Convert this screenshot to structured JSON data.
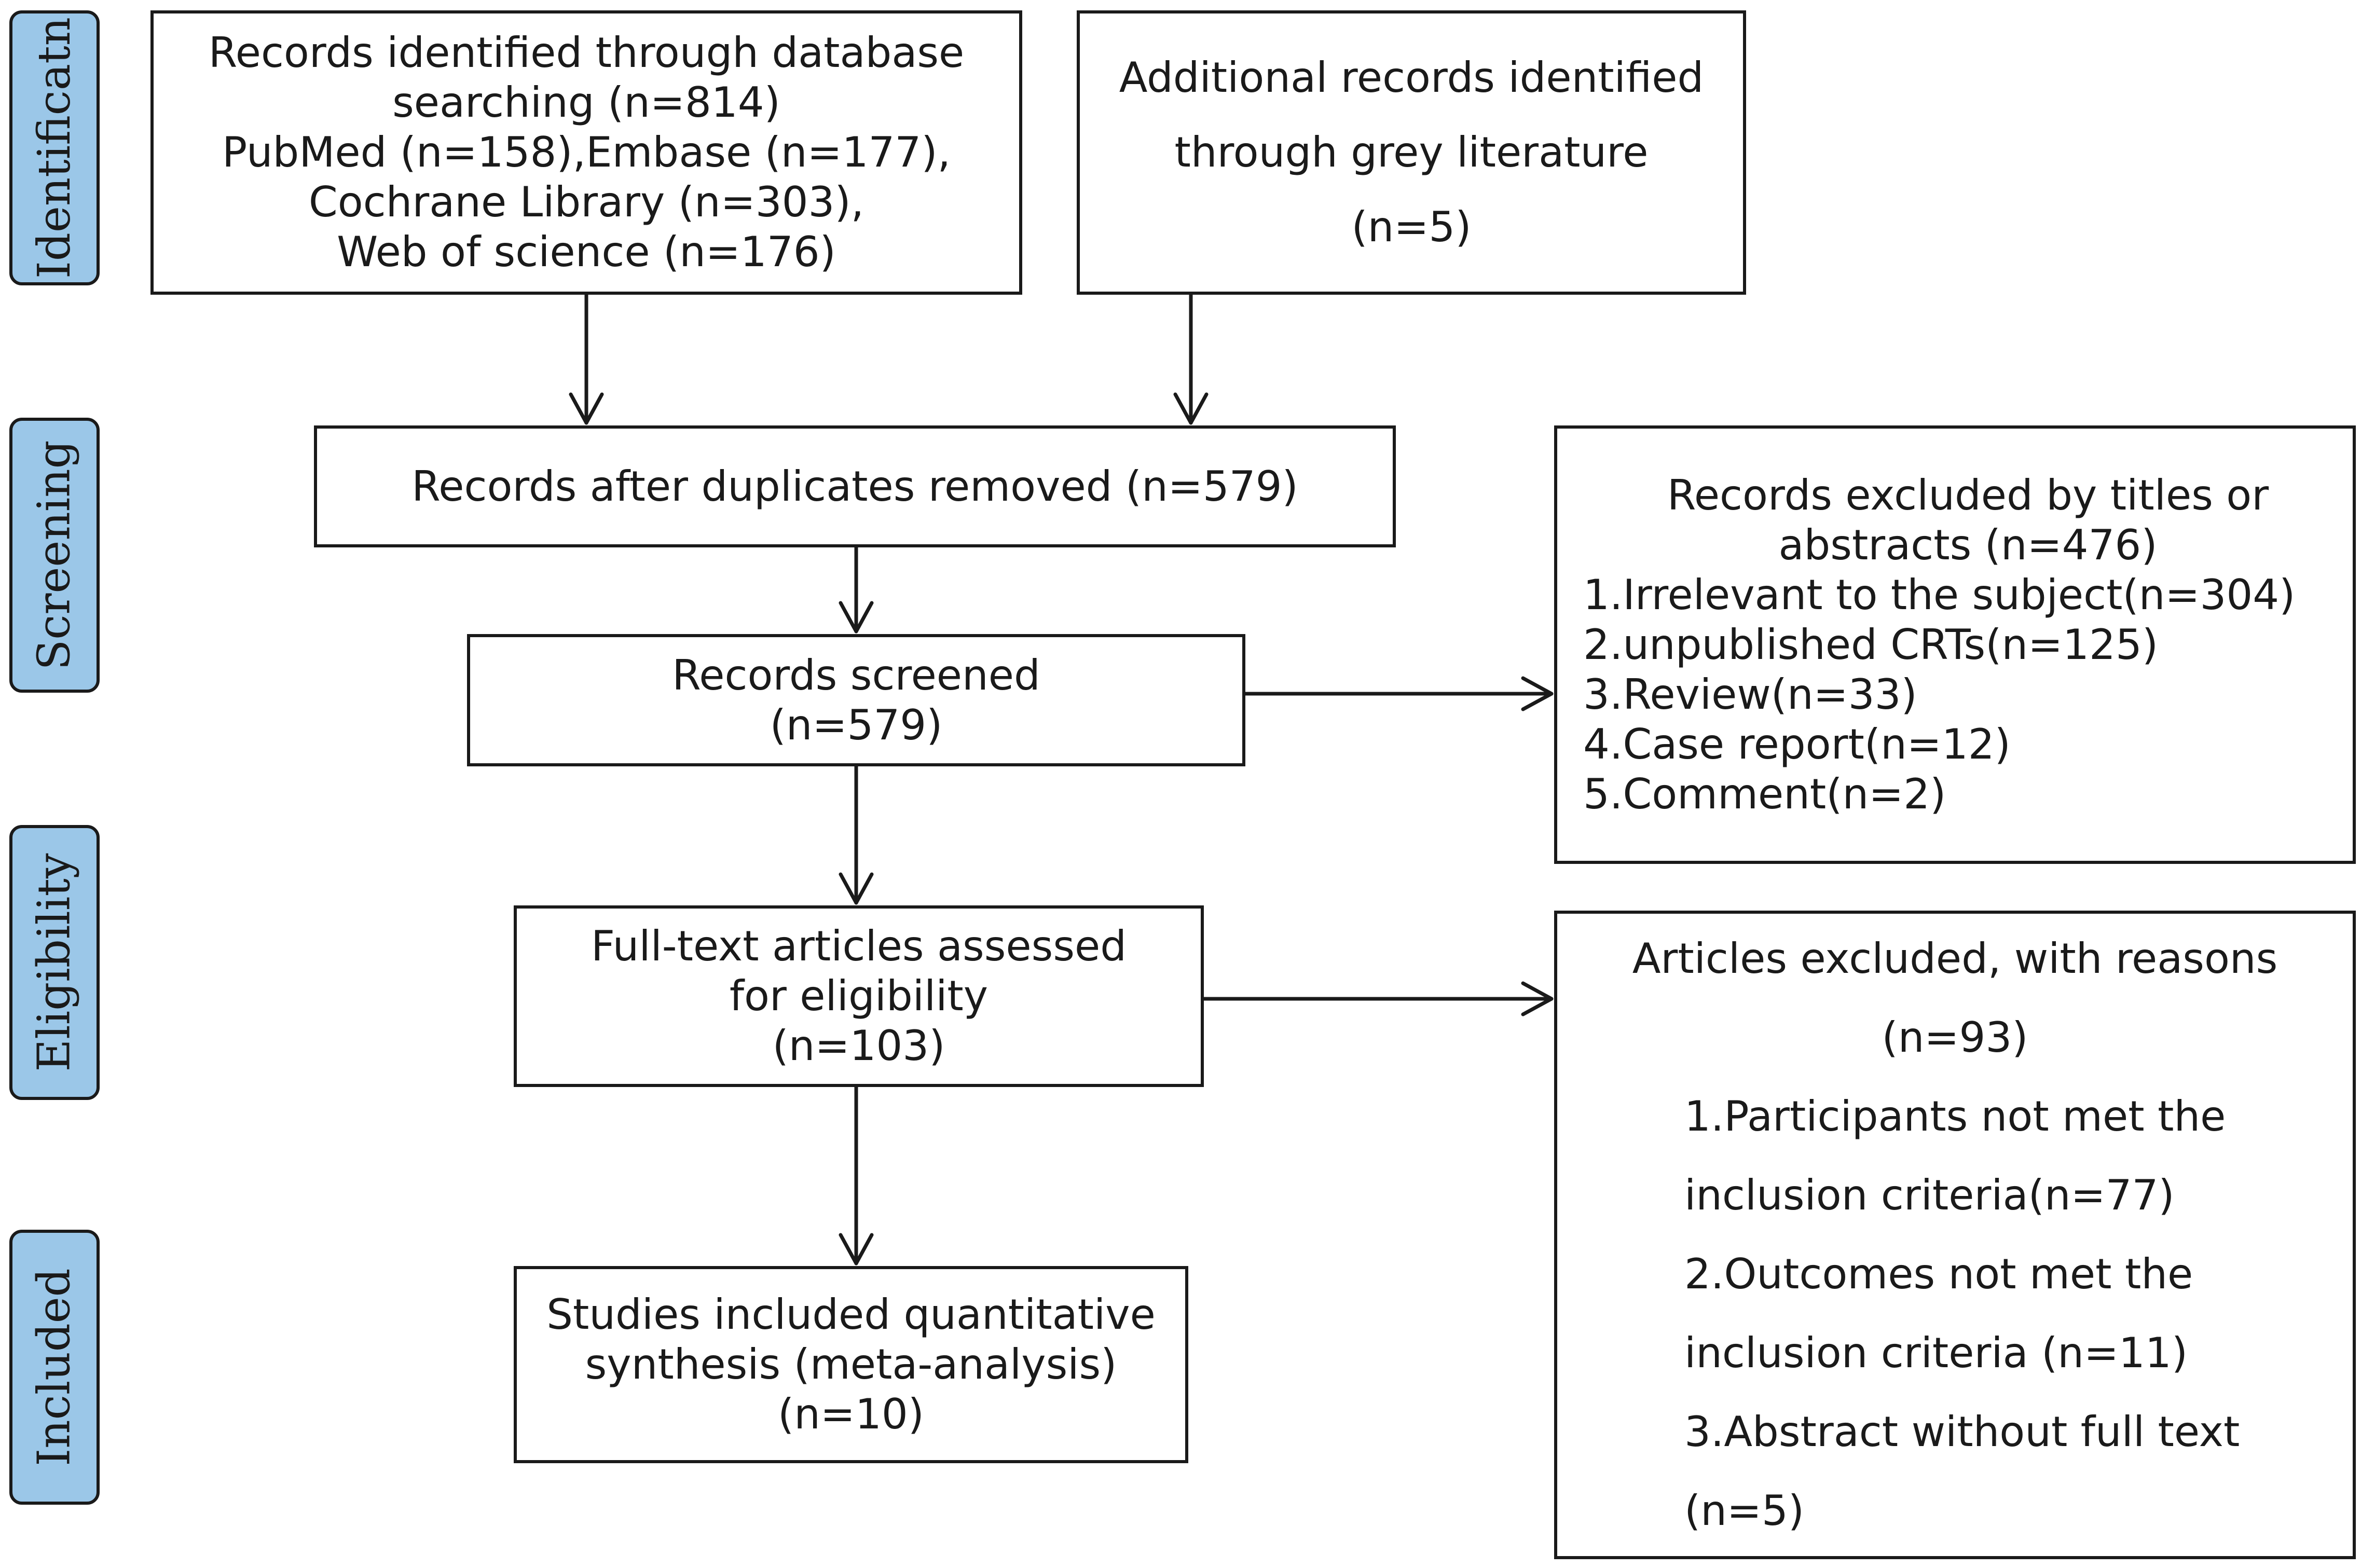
{
  "stages": [
    {
      "id": "identification",
      "label": "Identificatn"
    },
    {
      "id": "screening",
      "label": "Screening"
    },
    {
      "id": "eligibility",
      "label": "Eligibility"
    },
    {
      "id": "included",
      "label": "Included"
    }
  ],
  "boxes": {
    "database_search": [
      "Records identified through database",
      "searching (n=814)",
      "PubMed (n=158),Embase (n=177),",
      "Cochrane Library (n=303),",
      "Web of science (n=176)"
    ],
    "grey_literature": [
      "Additional records identified",
      "through grey literature",
      "(n=5)"
    ],
    "duplicates_removed": [
      "Records after duplicates removed (n=579)"
    ],
    "records_screened": [
      "Records screened",
      "(n=579)"
    ],
    "excluded_titles": [
      "Records excluded by titles or",
      "abstracts (n=476)",
      "1.Irrelevant to the subject(n=304)",
      "2.unpublished CRTs(n=125)",
      "3.Review(n=33)",
      "4.Case report(n=12)",
      "5.Comment(n=2)"
    ],
    "full_text": [
      "Full-text articles assessed",
      "for eligibility",
      "(n=103)"
    ],
    "excluded_articles": [
      "Articles excluded, with reasons",
      "(n=93)",
      "1.Participants not met the",
      "inclusion criteria(n=77)",
      "2.Outcomes not met the",
      "inclusion criteria (n=11)",
      "3.Abstract without full text",
      "(n=5)"
    ],
    "included": [
      "Studies included quantitative",
      "synthesis (meta-analysis)",
      "(n=10)"
    ]
  },
  "colors": {
    "stage_fill": "#9bc7e8",
    "stroke": "#1a1a1a",
    "background": "#ffffff"
  }
}
